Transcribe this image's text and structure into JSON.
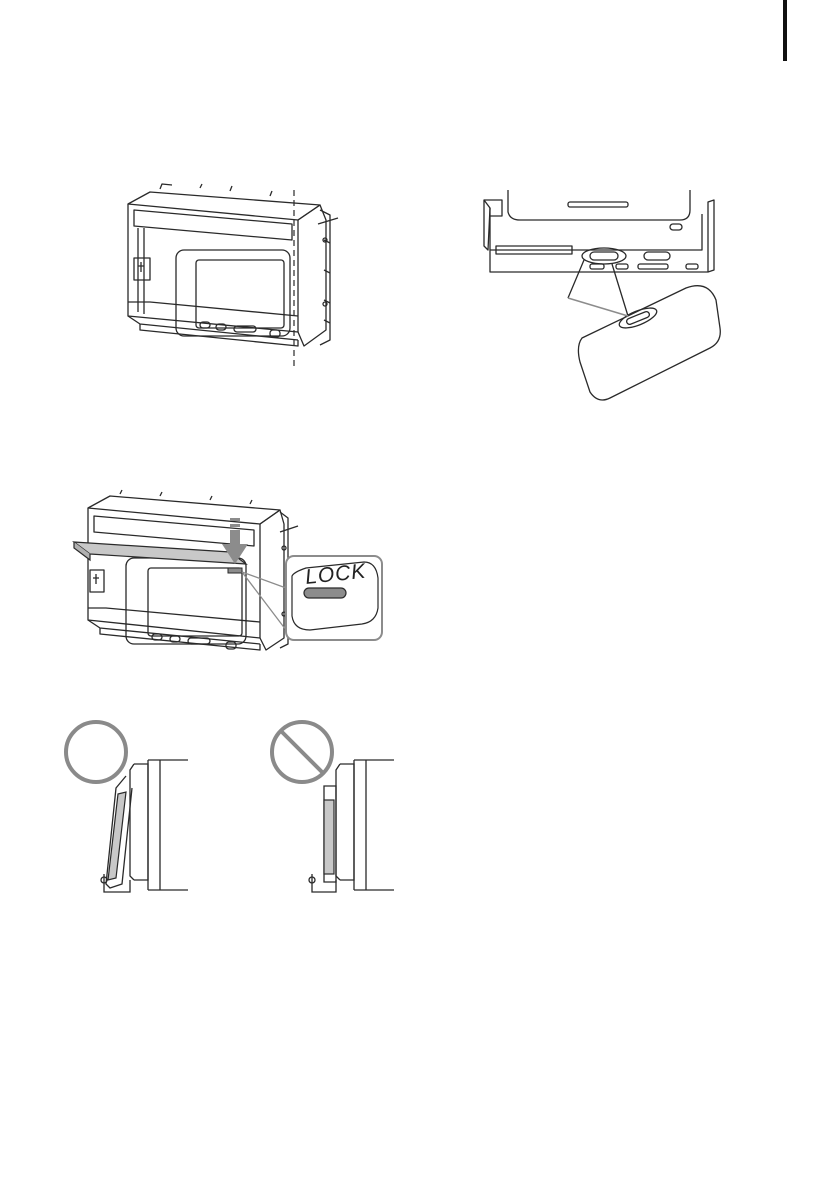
{
  "page": {
    "title": "",
    "colors": {
      "line": "#2a2a2a",
      "gray_fill": "#c8c8c8",
      "dark_gray": "#8c8c8c",
      "accent_rule": "#111111",
      "symbol": "#8a8a8a"
    }
  },
  "figures": {
    "figure_unit_front": {
      "icon": "car-stereo-unit-front",
      "callout_line": "dashed-vertical"
    },
    "figure_connector": {
      "icon": "connector-alignment"
    },
    "figure_lock": {
      "lock_label": "LOCK",
      "arrow": "press-down-arrow-icon"
    },
    "figure_correct_angle": {
      "symbol": "correct-circle-icon"
    },
    "figure_incorrect_angle": {
      "symbol": "prohibited-icon"
    }
  }
}
